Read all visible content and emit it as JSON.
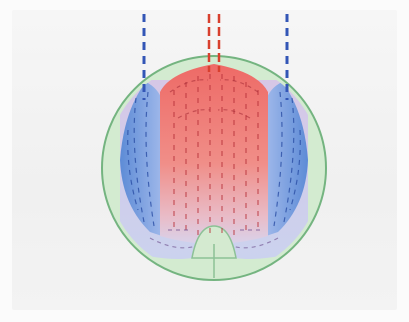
{
  "diagram": {
    "colors": {
      "hot": "#ec6f6a",
      "hot_light": "#f4b5ae",
      "cool": "#5c86d3",
      "cool_light": "#a9c0ea",
      "shell_fill": "#cfe8cd",
      "shell_stroke": "#6fb07b",
      "mixed": "#d8c8e4",
      "inlet_hot": "#d9442f",
      "inlet_cool": "#3559b8"
    },
    "icons": {
      "left_inlet": "dashed-blue-pipe",
      "center_inlet": "double-red-pipe",
      "right_inlet": "dashed-blue-pipe"
    }
  }
}
